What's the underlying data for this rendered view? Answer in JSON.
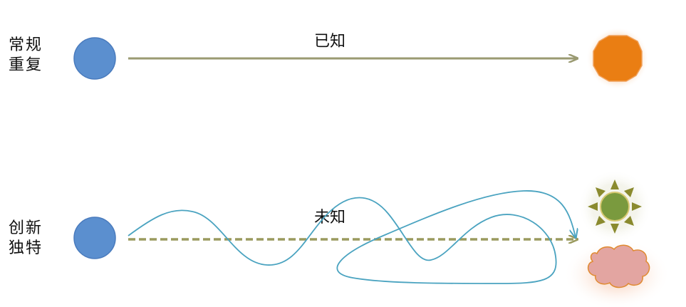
{
  "row_routine": {
    "label_line1": "常规",
    "label_line2": "重复",
    "arrow_label": "已知"
  },
  "row_creative": {
    "label_line1": "创新",
    "label_line2": "独特",
    "arrow_label": "未知"
  },
  "colors": {
    "start_node": "#5b8fcf",
    "arrow": "#9a9a72",
    "dashed_arrow": "#9a9a5e",
    "wavy_path": "#4aa3c0",
    "known_outcome": "#ea7e13",
    "sun": "#7a9a3e",
    "sun_rays": "#8a8a2e",
    "cloud": "#e3a5a1",
    "cloud_stroke": "#e08a30"
  },
  "icons": [
    "start-node-icon",
    "octagon-outcome-icon",
    "sun-icon",
    "cloud-icon"
  ]
}
